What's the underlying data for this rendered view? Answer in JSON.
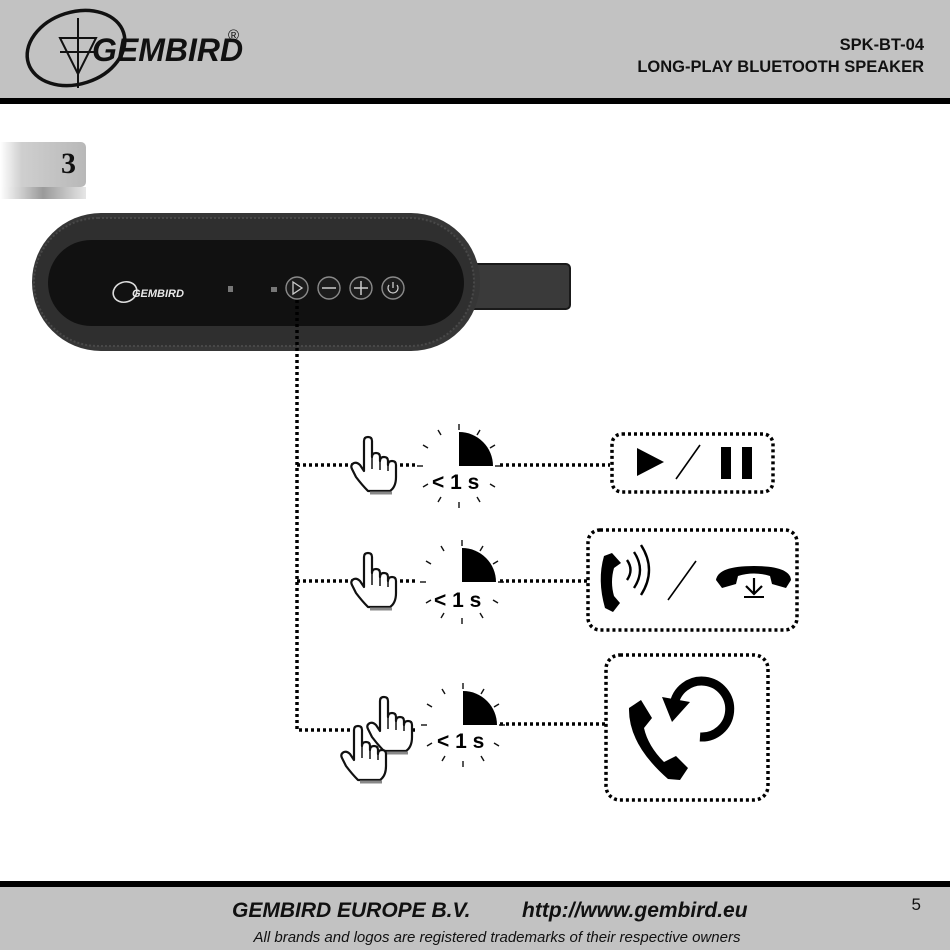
{
  "header": {
    "brand": "GEMBIRD",
    "registered": "®",
    "model": "SPK-BT-04",
    "product": "LONG-PLAY BLUETOOTH SPEAKER"
  },
  "step": {
    "number": "3"
  },
  "device": {
    "brand": "GEMBIRD",
    "buttons": [
      "play-icon",
      "minus-icon",
      "plus-icon",
      "power-icon"
    ]
  },
  "actions": [
    {
      "press": "single-press",
      "duration": "< 1 s",
      "result_icons": [
        "play-icon",
        "pause-icon"
      ]
    },
    {
      "press": "single-press",
      "duration": "< 1 s",
      "result_icons": [
        "incoming-call-icon",
        "hang-up-icon"
      ]
    },
    {
      "press": "double-press",
      "duration": "< 1 s",
      "result_icons": [
        "redial-icon"
      ]
    }
  ],
  "footer": {
    "company": "GEMBIRD EUROPE B.V.",
    "url": "http://www.gembird.eu",
    "note": "All brands and logos are registered trademarks of their respective owners",
    "page": "5"
  },
  "colors": {
    "band": "#c2c2c2",
    "ink": "#000000",
    "speaker_body": "#2e2e2e"
  }
}
